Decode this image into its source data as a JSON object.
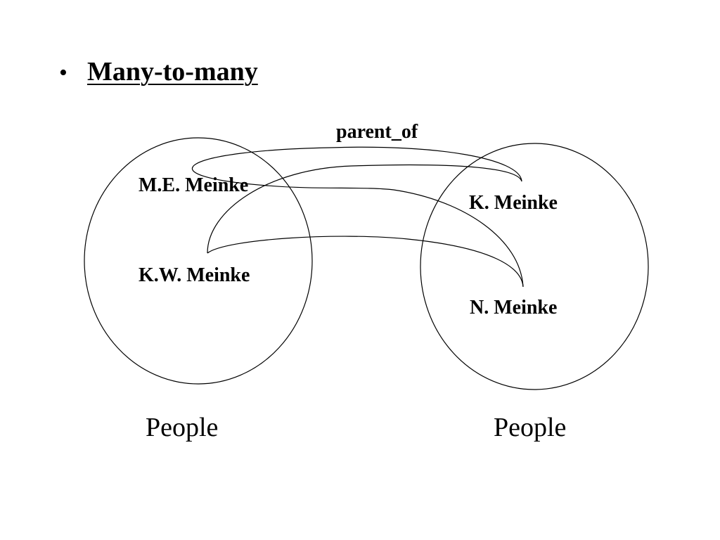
{
  "title": "Many-to-many",
  "relationship": "parent_of",
  "sets": {
    "left": {
      "label": "People",
      "members": [
        "M.E. Meinke",
        "K.W. Meinke"
      ]
    },
    "right": {
      "label": "People",
      "members": [
        "K. Meinke",
        "N. Meinke"
      ]
    }
  },
  "links": [
    {
      "from": "M.E. Meinke",
      "to": "K. Meinke"
    },
    {
      "from": "M.E. Meinke",
      "to": "N. Meinke"
    },
    {
      "from": "K.W. Meinke",
      "to": "K. Meinke"
    },
    {
      "from": "K.W. Meinke",
      "to": "N. Meinke"
    }
  ],
  "colors": {
    "ink": "#000000",
    "background": "#ffffff"
  }
}
